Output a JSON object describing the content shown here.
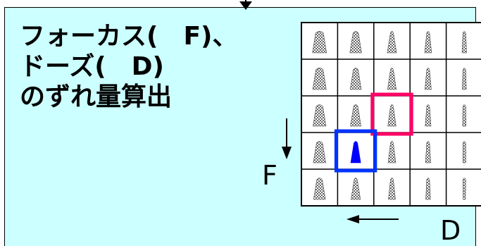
{
  "title": {
    "line1": "フォーカス(　F)、",
    "line2": "ドーズ(　D)",
    "line3": "のずれ量算出"
  },
  "axes": {
    "focus_label": "F",
    "dose_label": "D"
  },
  "matrix": {
    "rows": 5,
    "cols": 5,
    "highlight_reference": {
      "row": 2,
      "col": 2,
      "color": "#ff0066"
    },
    "highlight_measured": {
      "row": 3,
      "col": 1,
      "color": "#0033ff"
    }
  },
  "colors": {
    "background": "#ccffff",
    "cell_background": "#ffffff",
    "pattern_gray": "#777777",
    "measured_fill": "#0000ff"
  }
}
